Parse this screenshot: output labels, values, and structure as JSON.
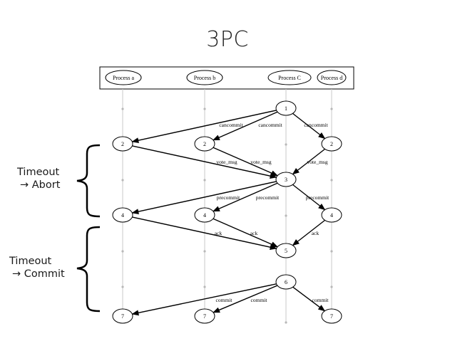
{
  "title": "3PC",
  "processes": [
    "Process a",
    "Process b",
    "Process C",
    "Process d"
  ],
  "nodes": [
    {
      "id": "n1",
      "label": "1",
      "lane": 2,
      "row": 1
    },
    {
      "id": "n2a",
      "label": "2",
      "lane": 0,
      "row": 2
    },
    {
      "id": "n2b",
      "label": "2",
      "lane": 1,
      "row": 2
    },
    {
      "id": "n2d",
      "label": "2",
      "lane": 3,
      "row": 2
    },
    {
      "id": "n3",
      "label": "3",
      "lane": 2,
      "row": 3
    },
    {
      "id": "n4a",
      "label": "4",
      "lane": 0,
      "row": 4
    },
    {
      "id": "n4b",
      "label": "4",
      "lane": 1,
      "row": 4
    },
    {
      "id": "n4d",
      "label": "4",
      "lane": 3,
      "row": 4
    },
    {
      "id": "n5",
      "label": "5",
      "lane": 2,
      "row": 5
    },
    {
      "id": "n6",
      "label": "6",
      "lane": 2,
      "row": 6
    },
    {
      "id": "n7a",
      "label": "7",
      "lane": 0,
      "row": 7
    },
    {
      "id": "n7b",
      "label": "7",
      "lane": 1,
      "row": 7
    },
    {
      "id": "n7d",
      "label": "7",
      "lane": 3,
      "row": 7
    }
  ],
  "edges": [
    {
      "from": "n1",
      "to": "n2a",
      "label": ""
    },
    {
      "from": "n1",
      "to": "n2b",
      "label": "cancommit"
    },
    {
      "from": "n1",
      "to": "n2d",
      "label": "cancommit"
    },
    {
      "from": "n2a",
      "to": "n3",
      "label": ""
    },
    {
      "from": "n2b",
      "to": "n3",
      "label": "vote_msg"
    },
    {
      "from": "n2d",
      "to": "n3",
      "label": "vote_msg"
    },
    {
      "from": "n3",
      "to": "n4a",
      "label": ""
    },
    {
      "from": "n3",
      "to": "n4b",
      "label": "precommit"
    },
    {
      "from": "n3",
      "to": "n4d",
      "label": "precommit"
    },
    {
      "from": "n4a",
      "to": "n5",
      "label": ""
    },
    {
      "from": "n4b",
      "to": "n5",
      "label": "ack"
    },
    {
      "from": "n4d",
      "to": "n5",
      "label": "ack"
    },
    {
      "from": "n6",
      "to": "n7a",
      "label": ""
    },
    {
      "from": "n6",
      "to": "n7b",
      "label": "commit"
    },
    {
      "from": "n6",
      "to": "n7d",
      "label": "commit"
    }
  ],
  "free_labels": [
    "cancommit",
    "vote_msg",
    "precommit",
    "ack",
    "commit"
  ],
  "annotations": [
    {
      "line1": "Timeout",
      "line2": "→ Abort"
    },
    {
      "line1": "Timeout",
      "line2": "→ Commit"
    }
  ],
  "colors": {
    "lifeline": "#c8c8c8",
    "stroke": "#000000"
  }
}
